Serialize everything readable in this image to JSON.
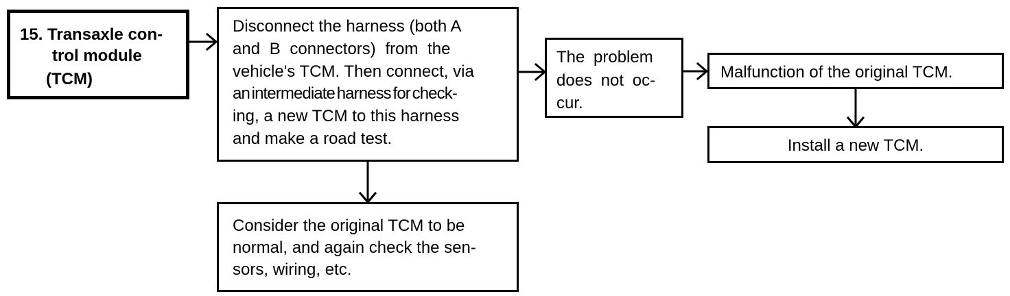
{
  "step": {
    "lines": [
      "15. Transaxle con-",
      "trol module",
      "(TCM)"
    ]
  },
  "instruction": {
    "lines": [
      "Disconnect the harness (both A",
      "and B connectors) from the",
      "vehicle's TCM. Then connect, via",
      "an intermediate harness for check-",
      "ing, a new TCM to this harness",
      "and make a road test."
    ]
  },
  "outcome_no_problem": {
    "lines": [
      "The problem",
      "does not oc-",
      "cur."
    ]
  },
  "malfunction": {
    "text": "Malfunction of the original TCM."
  },
  "install": {
    "text": "Install a new TCM."
  },
  "consider": {
    "lines": [
      "Consider the original TCM to be",
      "normal, and again check the sen-",
      "sors, wiring, etc."
    ]
  }
}
